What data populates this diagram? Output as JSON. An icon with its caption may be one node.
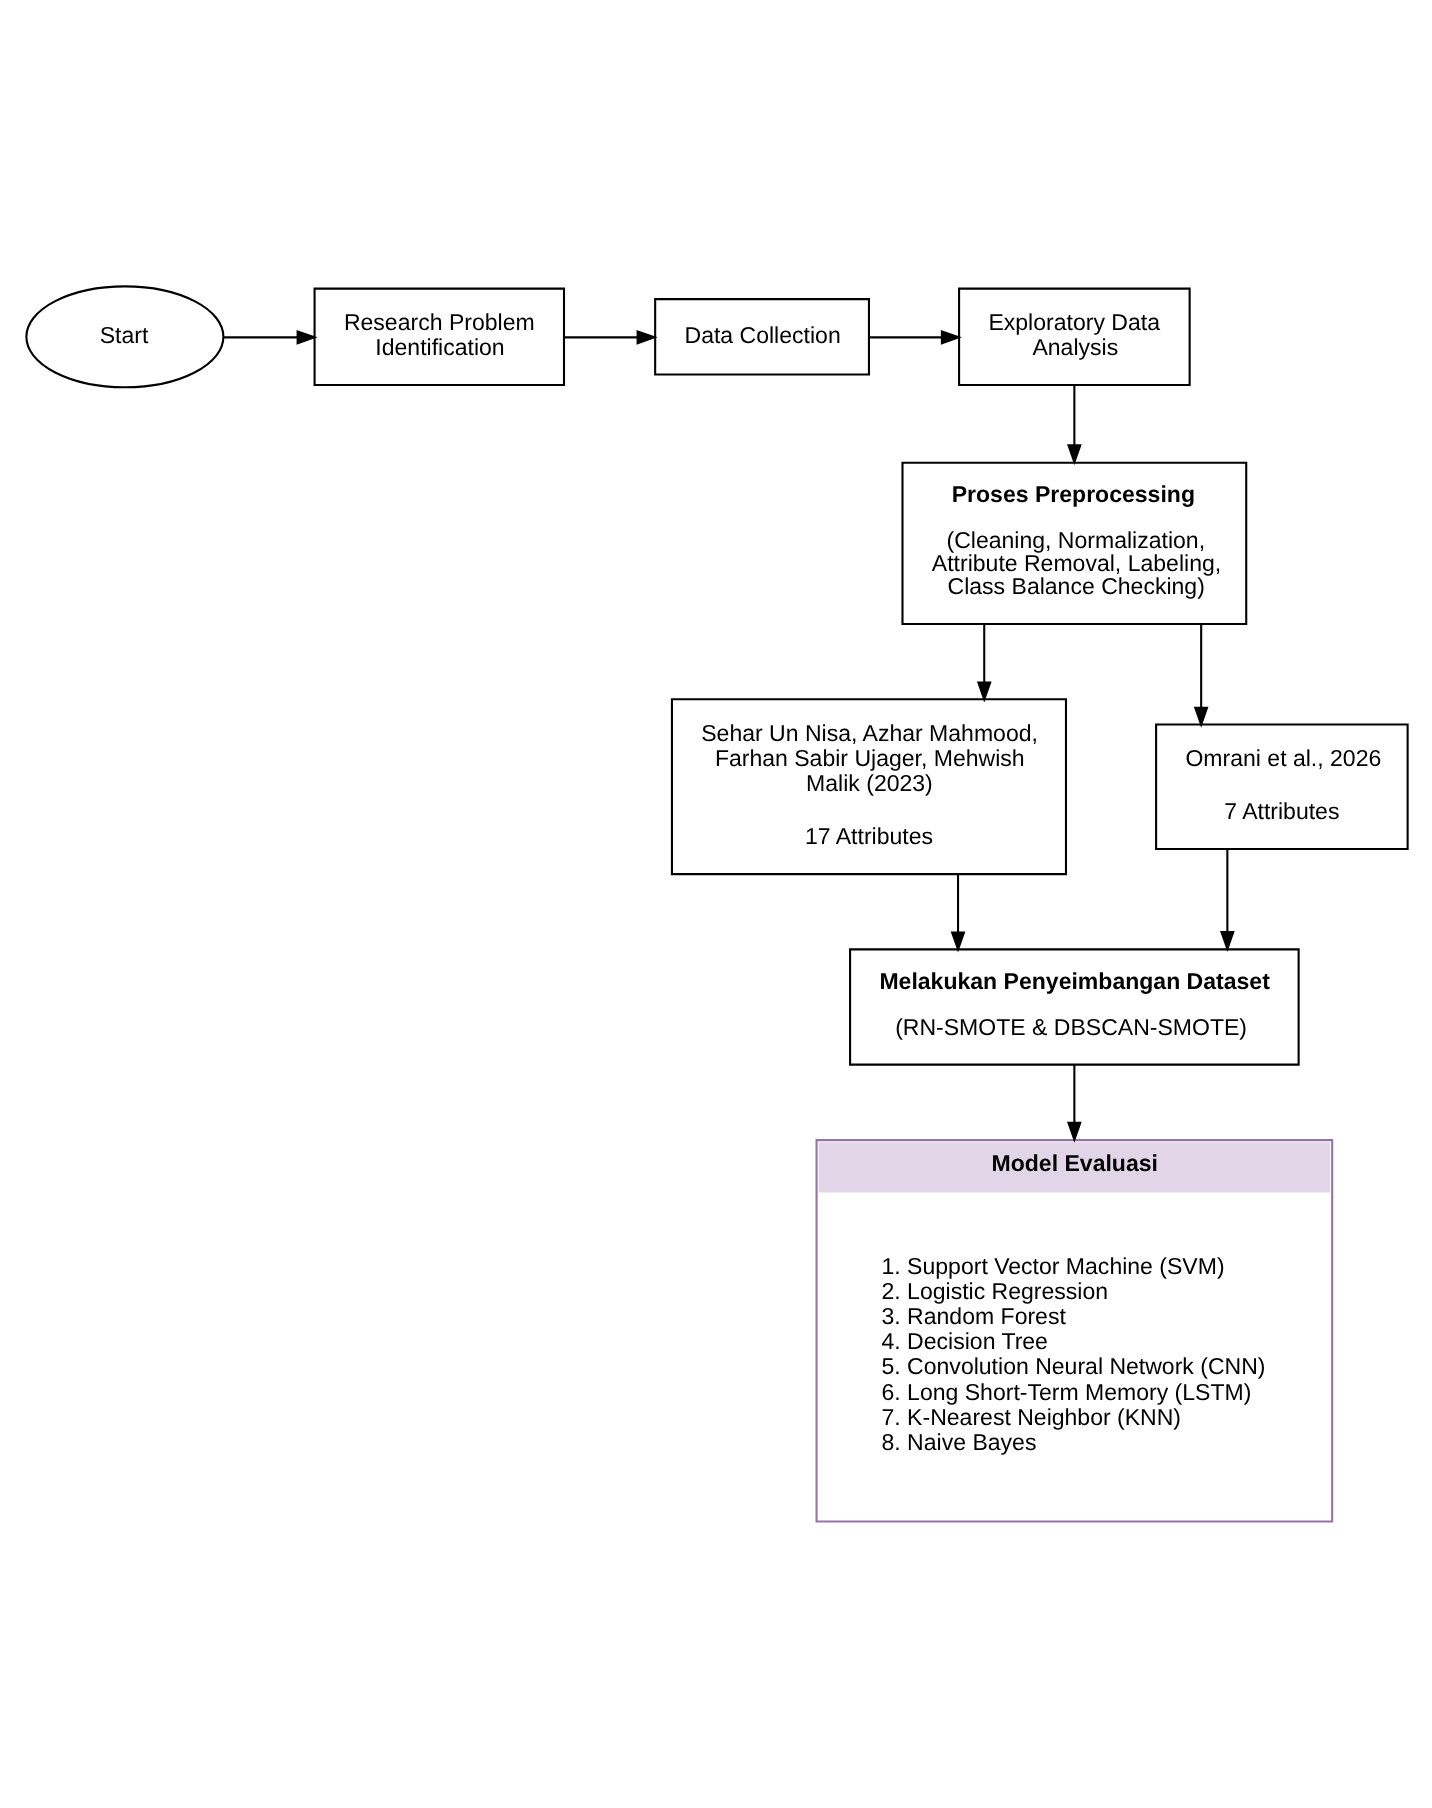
{
  "diagram": {
    "nodes": [
      {
        "text": [
          "Start"
        ]
      },
      {
        "text": [
          "Research Problem Identification"
        ]
      },
      {
        "text": [
          "Data Collection"
        ]
      },
      {
        "text": [
          "Exploratory Data Analysis"
        ]
      },
      {
        "text": [
          "Proses Preprocessing",
          "(Cleaning, Normalization, Attribute Removal, Labeling, Class Balance Checking)"
        ]
      },
      {
        "text": [
          "Sehar Un Nisa, Azhar Mahmood, Farhan Sabir Ujager, Mehwish Malik (2023)",
          "17 Attributes"
        ]
      },
      {
        "text": [
          "Omrani et al., 2026",
          "7 Attributes"
        ]
      },
      {
        "text": [
          "Melakukan Penyeimbangan Dataset",
          "(RN-SMOTE & DBSCAN-SMOTE)"
        ]
      },
      {
        "text": [
          "Model Evaluasi",
          "1. Support Vector Machine (SVM)",
          "2. Logistic Regression",
          "3. Random Forest",
          "4. Decision Tree",
          "5. Convolution Neural Network (CNN)",
          "6. Long Short-Term Memory (LSTM)",
          "7. K-Nearest Neighbor (KNN)",
          "8. Naive Bayes"
        ]
      }
    ],
    "edges": [
      {
        "from": 0,
        "to": 1,
        "arrow": "to"
      },
      {
        "from": 1,
        "to": 2,
        "arrow": "to"
      },
      {
        "from": 2,
        "to": 3,
        "arrow": "to"
      },
      {
        "from": 3,
        "to": 4,
        "arrow": "to"
      },
      {
        "from": 4,
        "to": 5,
        "arrow": "to"
      },
      {
        "from": 4,
        "to": 6,
        "arrow": "to"
      },
      {
        "from": 5,
        "to": 7,
        "arrow": "to"
      },
      {
        "from": 6,
        "to": 7,
        "arrow": "to"
      },
      {
        "from": 7,
        "to": 8,
        "arrow": "to"
      }
    ]
  }
}
